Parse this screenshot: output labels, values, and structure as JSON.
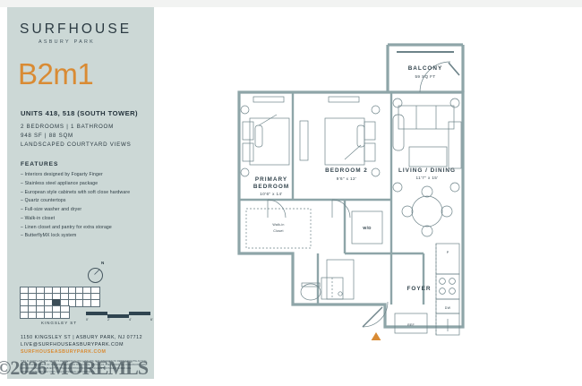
{
  "brand": {
    "name": "SURFHOUSE",
    "location": "ASBURY PARK"
  },
  "plan": {
    "code": "B2m1",
    "units": "UNITS 418, 518 (SOUTH TOWER)",
    "beds_baths": "2 BEDROOMS | 1 BATHROOM",
    "area": "948 SF | 88 SQM",
    "view": "LANDSCAPED COURTYARD VIEWS"
  },
  "features": {
    "title": "FEATURES",
    "items": [
      "Interiors designed by Fogarty Finger",
      "Stainless steel appliance package",
      "European style cabinets with soft close hardware",
      "Quartz countertops",
      "Full-size washer and dryer",
      "Walk-in closet",
      "Linen closet and pantry for extra storage",
      "ButterflyMX lock system"
    ]
  },
  "keyplate": {
    "street_label": "KINGSLEY ST"
  },
  "compass": {
    "north_label": "N"
  },
  "scale": {
    "ticks": [
      "0'",
      "2'",
      "4'",
      "6'"
    ]
  },
  "contact": {
    "address": "1150 KINGSLEY ST  |  ASBURY PARK, NJ 07712",
    "email": "LIVE@SURFHOUSEASBURYPARK.COM",
    "website": "SURFHOUSEASBURYPARK.COM",
    "disclaimer": "THIS FLOORPLANS AND ARTIST'S RENDERINGS ONLY AND ARE NOT INTENDED TO REPRESENT THE ACTUAL SIZE OR DIMENSIONS OF THE APARTMENT, OR THE ACTUAL LAYOUT OF THE ROOMS. ALL DIMENSIONS ARE APPROXIMATE AND SUBJECT TO CHANGE WITHOUT NOTICE. SQUARE FOOTAGE FIGURES ARE APPROXIMATE AND MAY VARY. EQUAL HOUSING OPPORTUNITY."
  },
  "watermark": {
    "text": "©2026 MOREMLS"
  },
  "rooms": {
    "balcony": {
      "name": "BALCONY",
      "dim": "59 SQ FT"
    },
    "primary": {
      "name_line1": "PRIMARY",
      "name_line2": "BEDROOM",
      "dim": "10'6\" x 14'"
    },
    "bedroom2": {
      "name": "BEDROOM 2",
      "dim": "9'6\" x 12'"
    },
    "living": {
      "name": "LIVING / DINING",
      "dim": "11'7\" x 15'"
    },
    "walkin": {
      "name_line1": "Walk-in",
      "name_line2": "Closet"
    },
    "foyer": {
      "name": "FOYER"
    },
    "laundry": {
      "name": "W/D"
    },
    "fridge": {
      "name": "REF"
    },
    "dishwasher": {
      "name": "DW"
    },
    "pantry": {
      "name": "P"
    }
  },
  "colors": {
    "panel_bg": "#ccd8d6",
    "accent": "#d98b34",
    "ink": "#2b3a42",
    "wall": "#8ea5a8",
    "line": "#6d8389"
  }
}
